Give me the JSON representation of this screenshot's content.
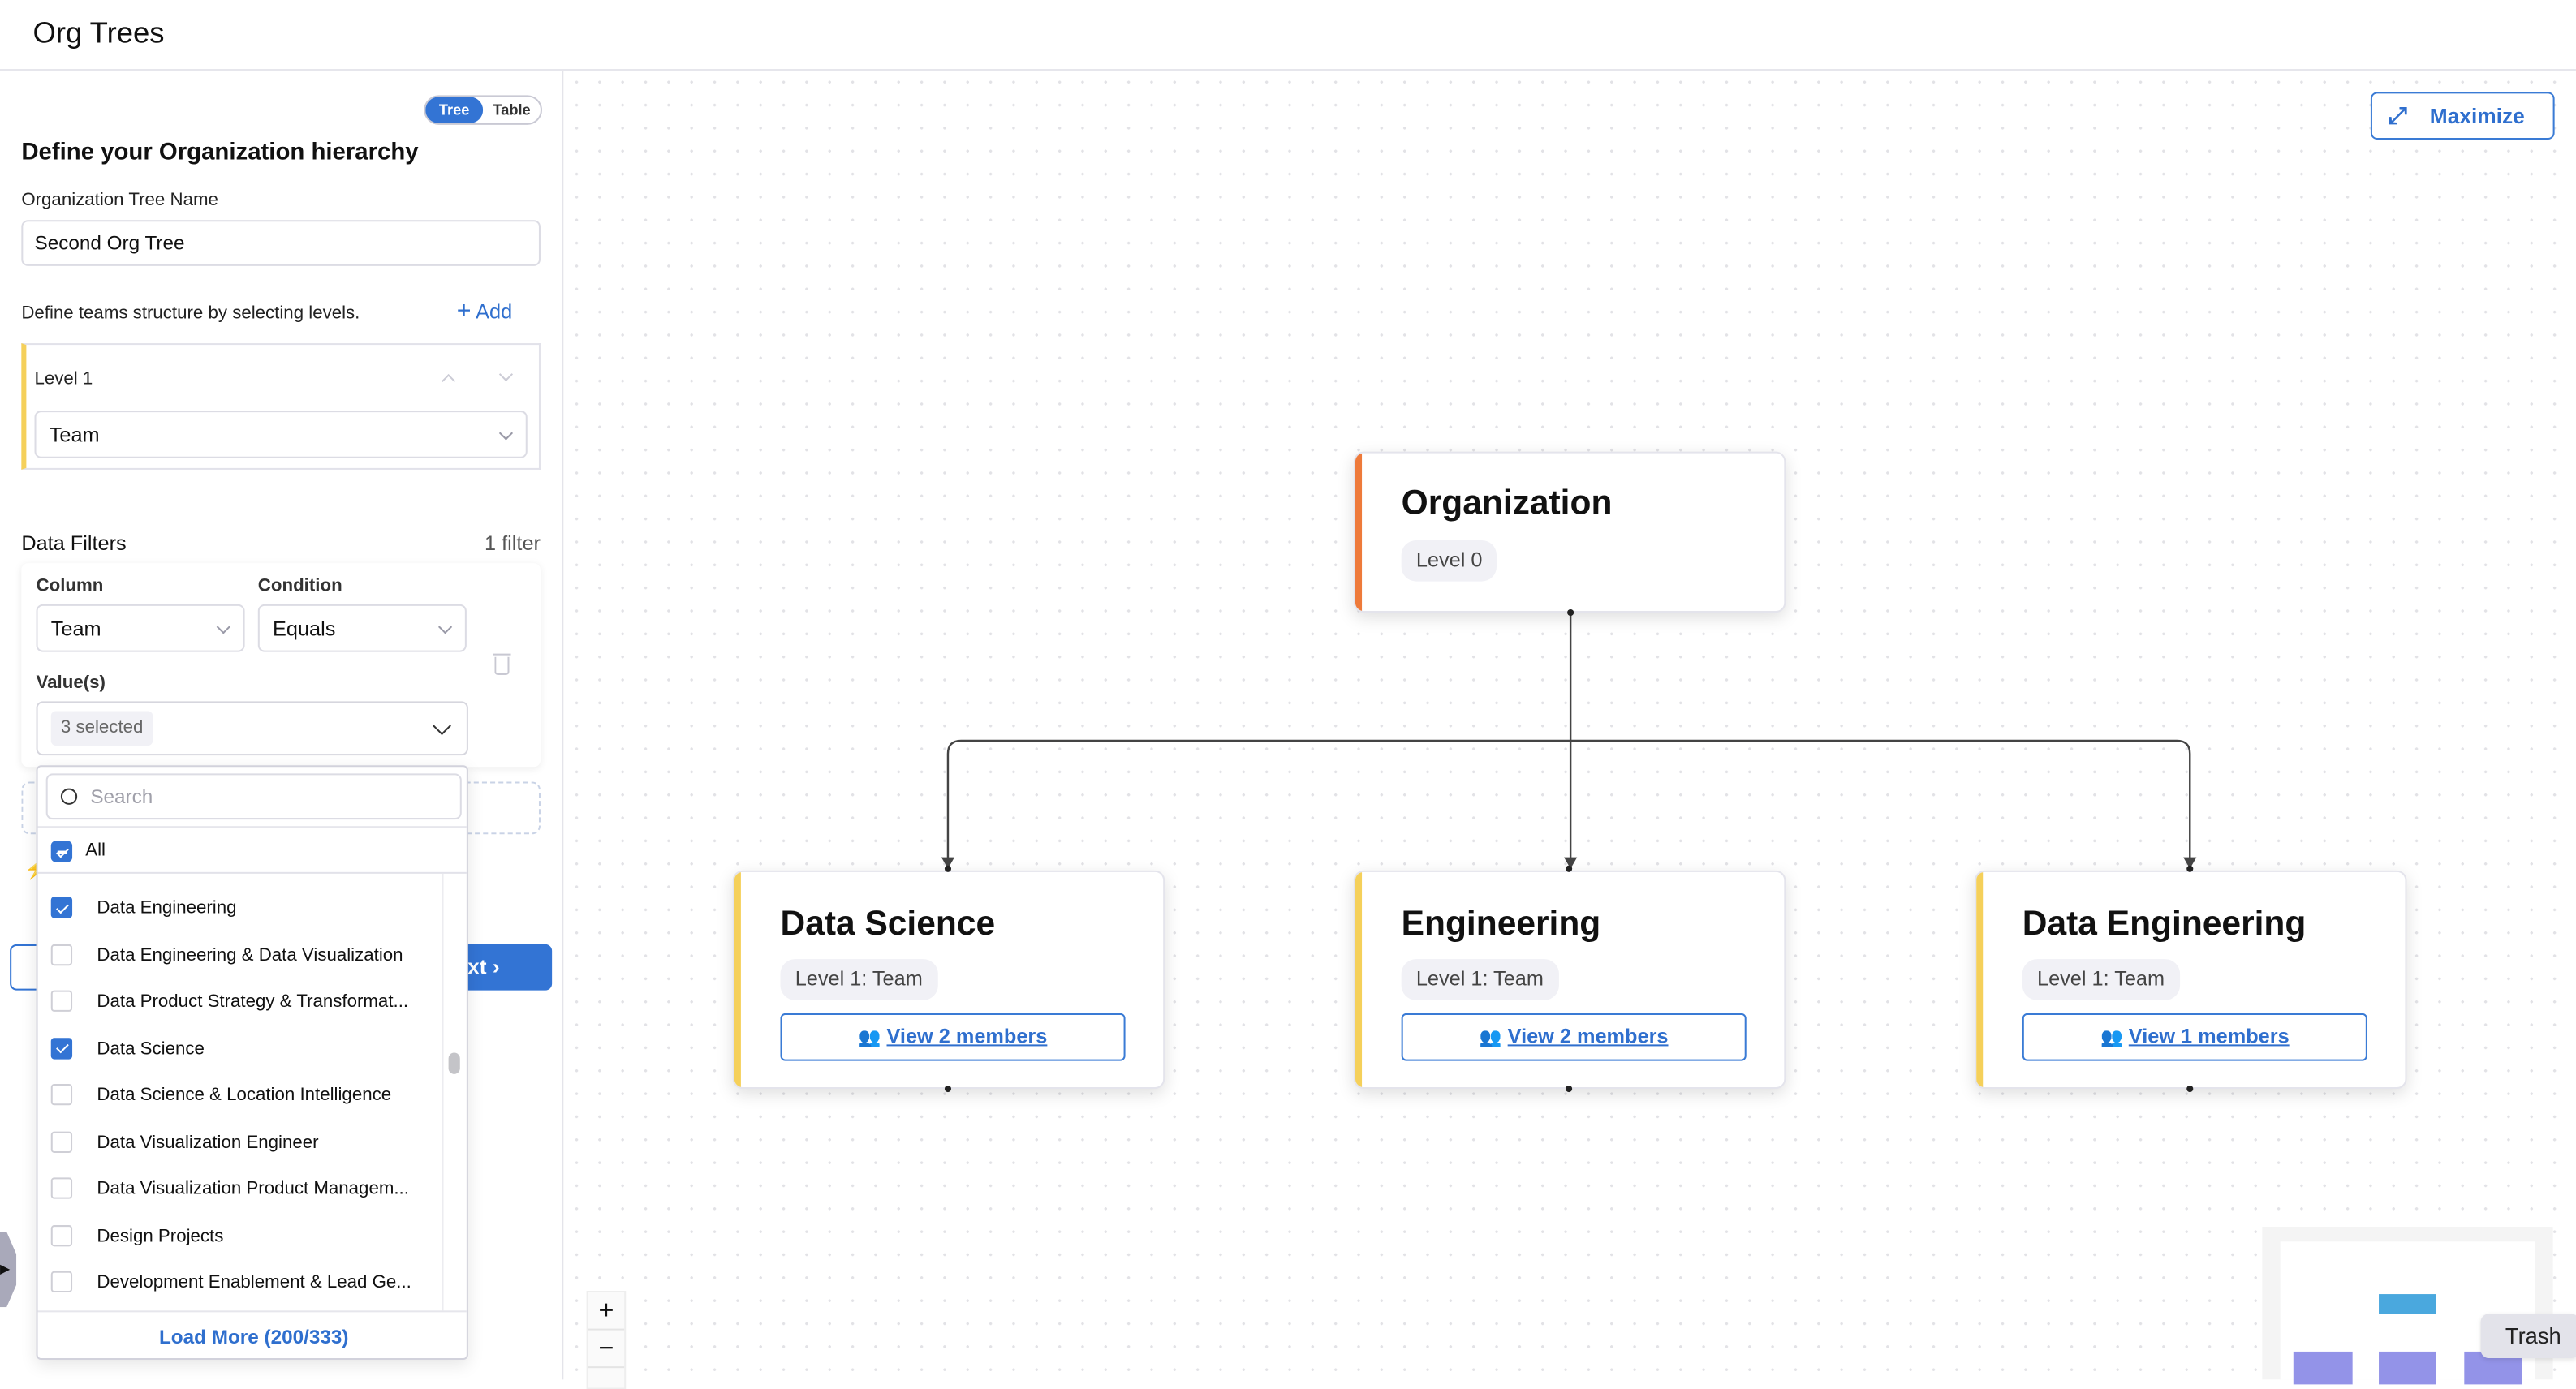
{
  "header": {
    "title": "Org Trees"
  },
  "view_toggle": {
    "options": [
      "Tree",
      "Table"
    ],
    "selected": "Tree"
  },
  "panel": {
    "heading": "Define your Organization hierarchy",
    "tree_name_label": "Organization Tree Name",
    "tree_name_value": "Second Org Tree",
    "levels_hint": "Define teams structure by selecting levels.",
    "add_label": "Add",
    "levels": [
      {
        "label": "Level 1",
        "value": "Team"
      }
    ],
    "filters_title": "Data Filters",
    "filters_count": "1 filter",
    "filter": {
      "column_label": "Column",
      "column_value": "Team",
      "condition_label": "Condition",
      "condition_value": "Equals",
      "values_label": "Value(s)",
      "values_chip": "3 selected"
    },
    "next_label": "Next"
  },
  "dropdown": {
    "search_placeholder": "Search",
    "all_label": "All",
    "items": [
      {
        "label": "Data Engineering",
        "checked": true
      },
      {
        "label": "Data Engineering & Data Visualization",
        "checked": false
      },
      {
        "label": "Data Product Strategy & Transformat...",
        "checked": false
      },
      {
        "label": "Data Science",
        "checked": true
      },
      {
        "label": "Data Science & Location Intelligence",
        "checked": false
      },
      {
        "label": "Data Visualization Engineer",
        "checked": false
      },
      {
        "label": "Data Visualization Product Managem...",
        "checked": false
      },
      {
        "label": "Design Projects",
        "checked": false
      },
      {
        "label": "Development Enablement & Lead Ge...",
        "checked": false
      }
    ],
    "load_more": "Load More (200/333)"
  },
  "canvas": {
    "maximize_label": "Maximize",
    "root": {
      "title": "Organization",
      "badge": "Level 0",
      "accent": "#ee7a3a"
    },
    "children": [
      {
        "title": "Data Science",
        "badge": "Level 1: Team",
        "members": "View 2 members",
        "accent": "#f5d05a"
      },
      {
        "title": "Engineering",
        "badge": "Level 1: Team",
        "members": "View 2 members",
        "accent": "#f5d05a"
      },
      {
        "title": "Data Engineering",
        "badge": "Level 1: Team",
        "members": "View 1 members",
        "accent": "#f5d05a"
      }
    ],
    "zoom_in": "+",
    "zoom_out": "−",
    "tooltip": "Trash"
  },
  "colors": {
    "primary": "#3374d4",
    "level_accent": "#f5d05a",
    "root_accent": "#ee7a3a"
  }
}
